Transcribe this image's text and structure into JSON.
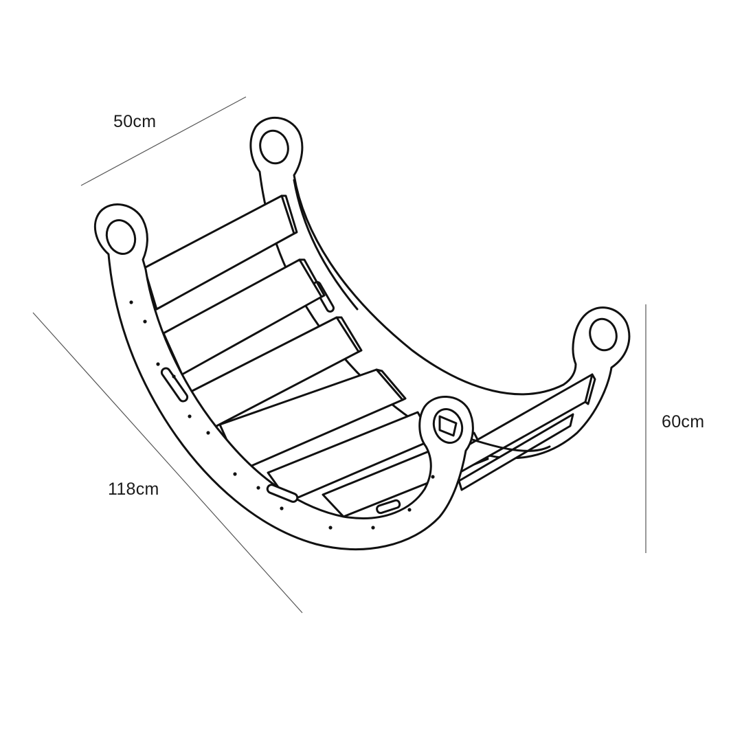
{
  "dimensions": {
    "width": "50cm",
    "length": "118cm",
    "height": "60cm"
  },
  "colors": {
    "line": "#111111",
    "dimension_line": "#555555",
    "background": "#ffffff"
  }
}
